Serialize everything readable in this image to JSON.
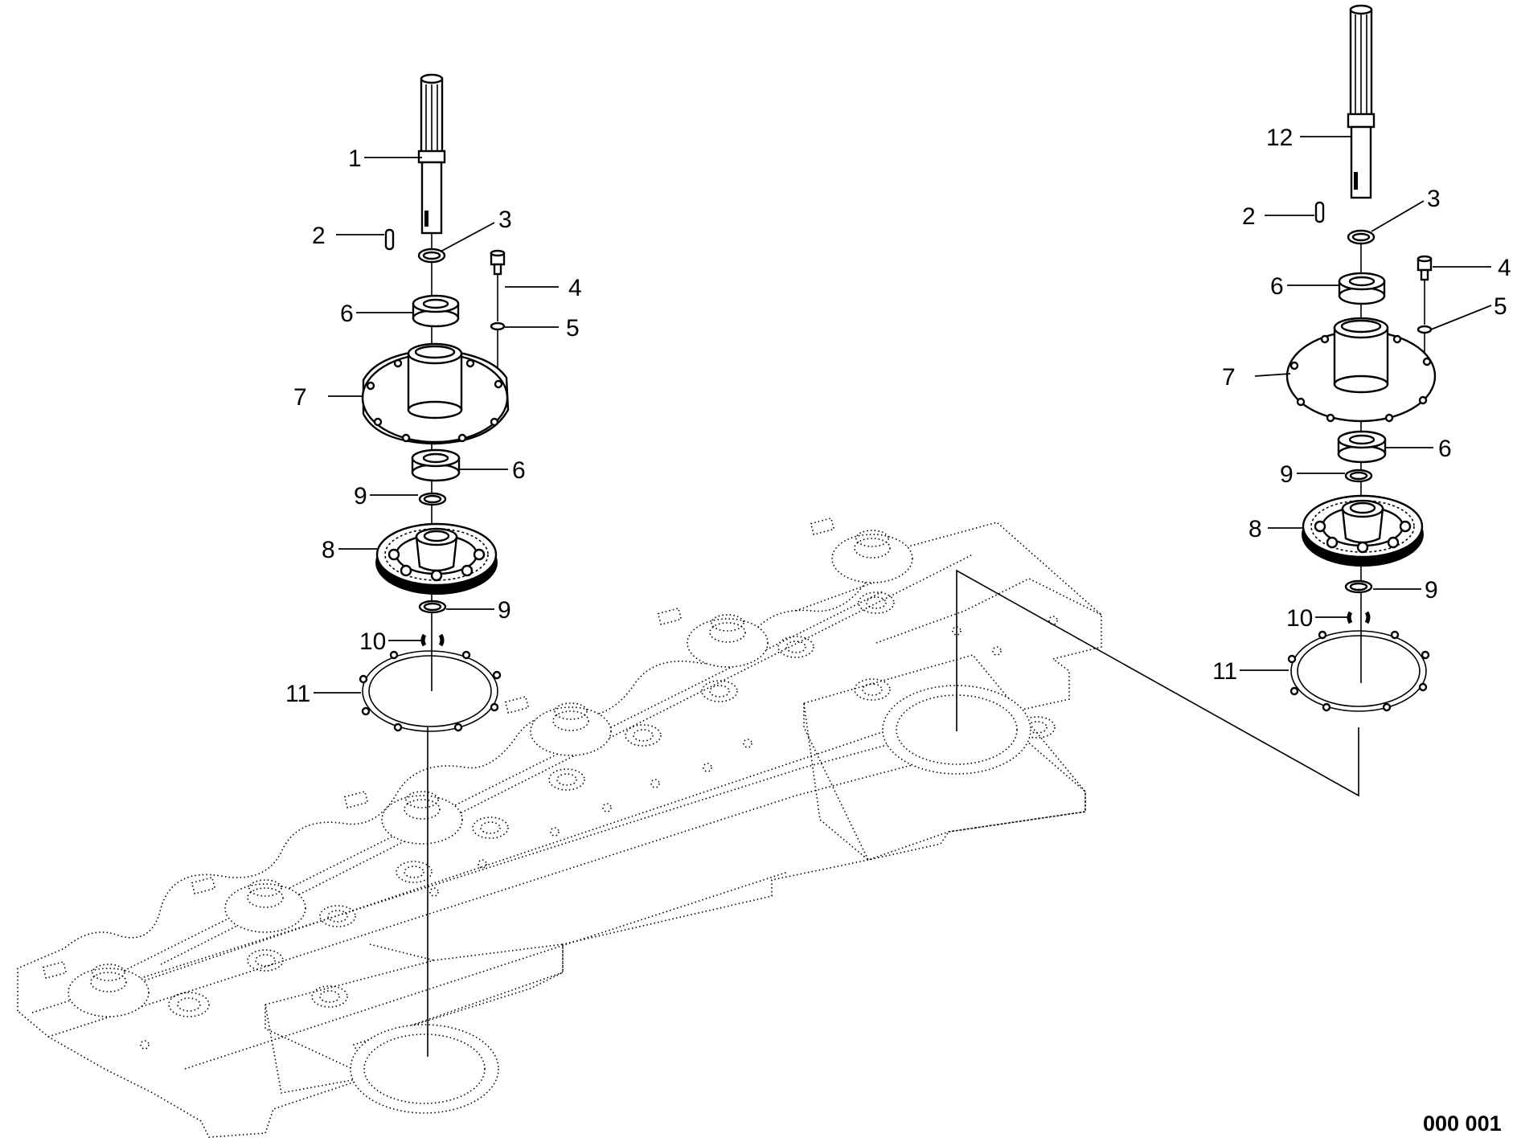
{
  "drawing_code": "000 001",
  "left_assembly": {
    "labels": [
      "1",
      "2",
      "3",
      "4",
      "5",
      "6",
      "7",
      "6",
      "9",
      "8",
      "9",
      "10",
      "11"
    ]
  },
  "right_assembly": {
    "labels": [
      "12",
      "2",
      "3",
      "4",
      "5",
      "6",
      "7",
      "6",
      "9",
      "8",
      "9",
      "10",
      "11"
    ]
  }
}
